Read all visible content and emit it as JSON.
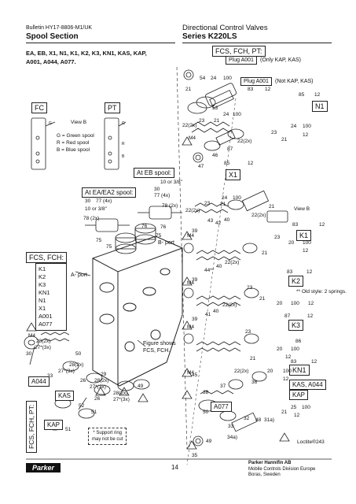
{
  "header": {
    "bulletin": "Bulletin HY17-8806-M1/UK",
    "section": "Spool Section",
    "doc_title": "Directional Control Valves",
    "series": "Series K220LS"
  },
  "intro": {
    "models_line1": "EA, EB, X1, N1, K1, K2, K3, KN1, KAS, KAP,",
    "models_line2": "A001, A044, A077."
  },
  "labels": {
    "fcs_fch_pt_top": "FCS, FCH, PT:",
    "plug_a001_1": "Plug A001",
    "only_kap_kas": "(Only KAP, KAS)",
    "plug_a001_2": "Plug A001",
    "not_kap_kas": "(Not KAP, KAS)",
    "n1": "N1",
    "fc": "FC",
    "pt": "PT",
    "view_b_1": "View B",
    "view_b_2": "View B",
    "colors_1": "G = Green spool",
    "colors_2": "R = Red spool",
    "colors_3": "B = Blue spool",
    "at_eb_spool": "At EB spool:",
    "at_ea_spool": "At EA/EA2 spool:",
    "x1": "X1",
    "k1": "K1",
    "k2": "K2",
    "k3": "K3",
    "kn1": "KN1",
    "kas_a044": "KAS, A044",
    "kap": "KAP",
    "a077": "A077",
    "a044": "A044",
    "kas": "KAS",
    "kap_left": "KAP",
    "fcs_fch": "FCS, FCH:",
    "a_port": "A- port",
    "b_port": "B- port",
    "old_style": "** Old style: 2 springs.",
    "figure_shows_1": "Figure shows",
    "figure_shows_2": "FCS, FCH.",
    "support_ring_1": "* Support ring",
    "support_ring_2": "may not be cut",
    "fcs_fch_pt_vertical": "FCS, FCH, PT:",
    "loctite": "Loctite®243",
    "g1": "G",
    "g2": "G",
    "r": "R",
    "b": "B"
  },
  "fch_list": [
    "K1",
    "K2",
    "K3",
    "KN1",
    "N1",
    "X1",
    "A001",
    "A077"
  ],
  "part_numbers": {
    "p54": "54",
    "p24a": "24",
    "p100a": "100",
    "p21a": "21",
    "p83a": "83",
    "p12a": "12",
    "p53": "53",
    "p24b": "24",
    "p100b": "100",
    "p85a": "85",
    "p12b": "12",
    "p22a": "22(2x)",
    "p23a": "23",
    "p21b": "21",
    "p22b": "22(2x)",
    "p87": "87",
    "p23b": "23",
    "p24c": "24",
    "p100c": "100",
    "p12c": "12",
    "p21c": "21",
    "p46": "46",
    "p47": "47",
    "p85b": "85",
    "p12d": "12",
    "p10or38a": "10 or 3/8\"",
    "p30a": "30",
    "p77a": "77 (4x)",
    "p10or38b": "10 or 3/8\"",
    "p30b": "30",
    "p77b": "77 (4x)",
    "p78a": "78 (2x)",
    "p78b": "78 (2x)",
    "p76a": "76",
    "p75a": "75",
    "p76b": "76",
    "p75b": "75",
    "p23c": "23",
    "p24d": "24",
    "p100d": "100",
    "p21d": "21",
    "p22c": "22(2x)",
    "p83b": "83",
    "p12e": "12",
    "p22d": "22(2x)",
    "p21e": "21",
    "p39a": "39",
    "p43": "43",
    "p42": "42",
    "p40a": "40",
    "p23d": "23",
    "p20a": "20",
    "p100e": "100",
    "p12f": "12",
    "p39b": "39",
    "p44": "44**",
    "p40b": "40",
    "p22e": "22(2x)",
    "p21f": "21",
    "p83c": "83",
    "p12g": "12",
    "p23e": "23",
    "p20b": "20",
    "p100f": "100",
    "p12h": "12",
    "p39c": "39",
    "p41": "41",
    "p40c": "40",
    "p22f": "22(2x)",
    "p21g": "21",
    "p87b": "87",
    "p12i": "12",
    "p23f": "23",
    "p20c": "20",
    "p100g": "100",
    "p12j": "12",
    "p86": "86",
    "p83d": "83",
    "p12k": "12",
    "p22g": "22(2x)",
    "p21h": "21",
    "p20d": "20",
    "p100h": "100",
    "p12l": "12",
    "p30c": "30",
    "p28a": "28(2x)",
    "p27a": "27*(3x)",
    "p50": "50",
    "p28b": "28(2x)",
    "p27b": "27*(3x)",
    "p29": "29",
    "p33": "33",
    "p26a": "26",
    "p28c": "28(2x)",
    "p27c": "27*(3x)",
    "p26b": "26",
    "p28d": "28(2x)",
    "p27d": "27*(3x)",
    "p49a": "49",
    "p52": "52",
    "p51a": "51",
    "p51b": "51",
    "p45": "45",
    "p38": "38",
    "p37": "37",
    "p36": "36",
    "p50b": "50",
    "p32": "32",
    "p48": "48",
    "p31": "31a)",
    "p33b": "33",
    "p25": "25",
    "p100i": "100",
    "p21i": "21",
    "p12m": "12",
    "p49b": "49",
    "p34": "34a)",
    "p35": "35",
    "m4a": "M4",
    "m4b": "M4",
    "m4c": "M4",
    "m4d": "M4",
    "m4e": "M4",
    "m4f": "M4"
  },
  "footer": {
    "page": "14",
    "company": "Parker Hannifin AB",
    "division": "Mobile Controls Division Europe",
    "city": "Boras, Sweden",
    "logo_text": "Parker"
  }
}
